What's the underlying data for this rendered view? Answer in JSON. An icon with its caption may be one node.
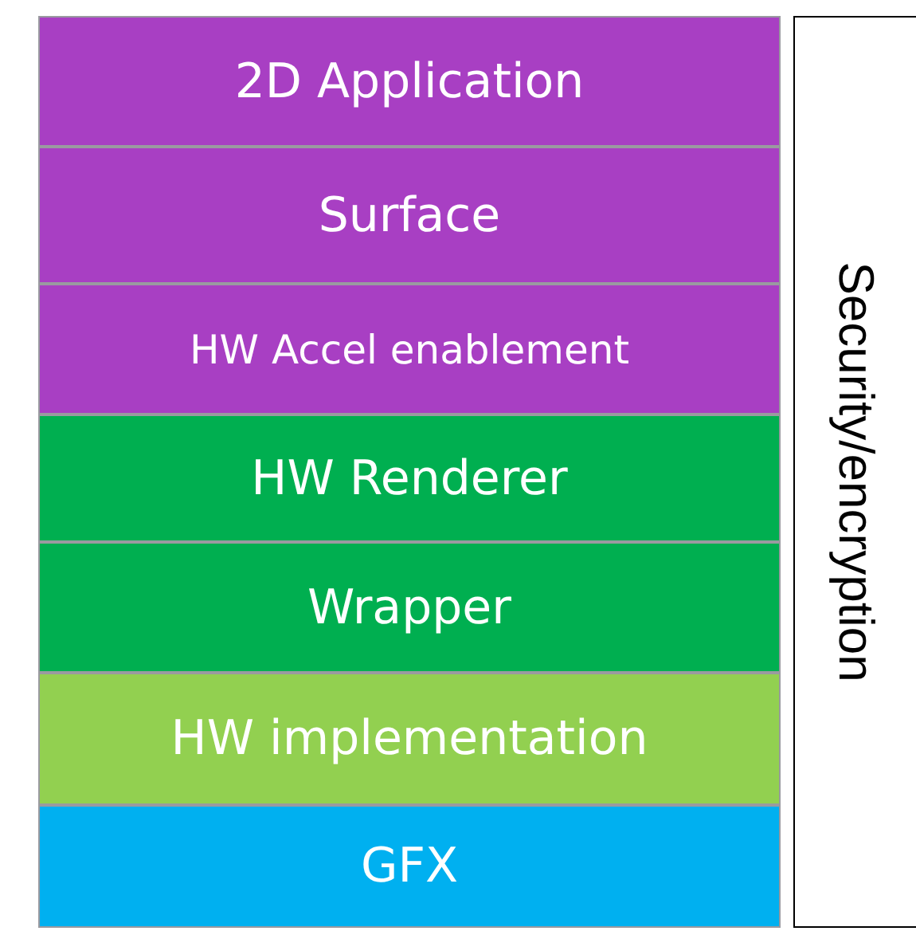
{
  "diagram": {
    "nodes": [
      {
        "text": [
          "2D Application"
        ]
      },
      {
        "text": [
          "Surface"
        ]
      },
      {
        "text": [
          "HW Accel enablement"
        ]
      },
      {
        "text": [
          "HW Renderer"
        ]
      },
      {
        "text": [
          "Wrapper"
        ]
      },
      {
        "text": [
          "HW implementation"
        ]
      },
      {
        "text": [
          "GFX"
        ]
      },
      {
        "text": [
          "Security/encryption"
        ]
      }
    ]
  }
}
